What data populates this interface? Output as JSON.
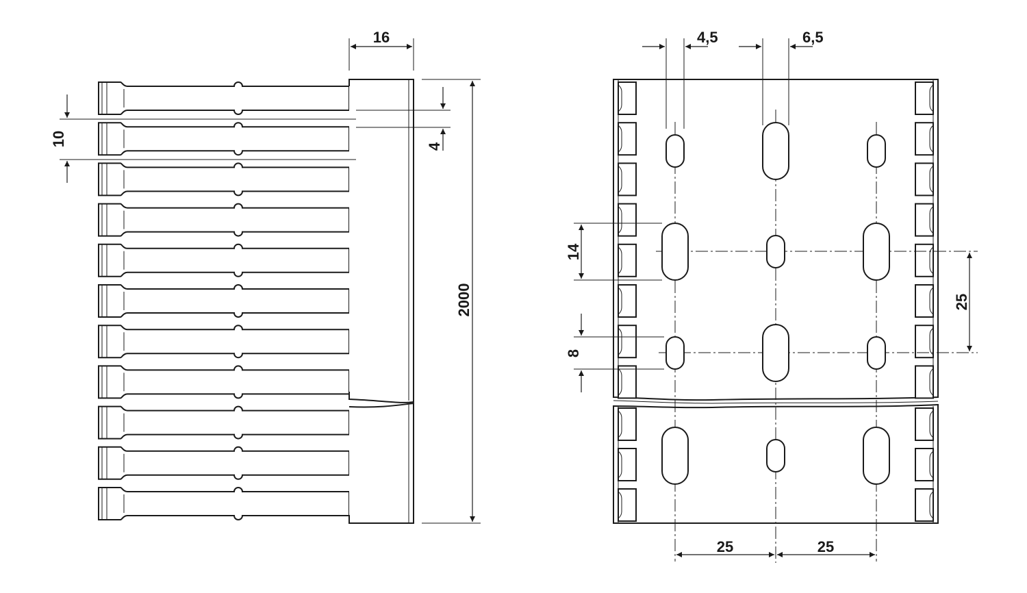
{
  "drawing": {
    "side_view": {
      "dimensions": {
        "tab_width": "16",
        "comb_pitch": "10",
        "tab_height": "4",
        "overall_length": "2000"
      }
    },
    "front_view": {
      "dimensions": {
        "narrow_slot_width": "4,5",
        "wide_slot_width": "6,5",
        "long_slot_length": "14",
        "short_slot_length": "8",
        "row_pitch": "25",
        "column_pitch_left": "25",
        "column_pitch_right": "25"
      }
    },
    "colors": {
      "line": "#1a1a1a",
      "background": "#ffffff"
    }
  }
}
